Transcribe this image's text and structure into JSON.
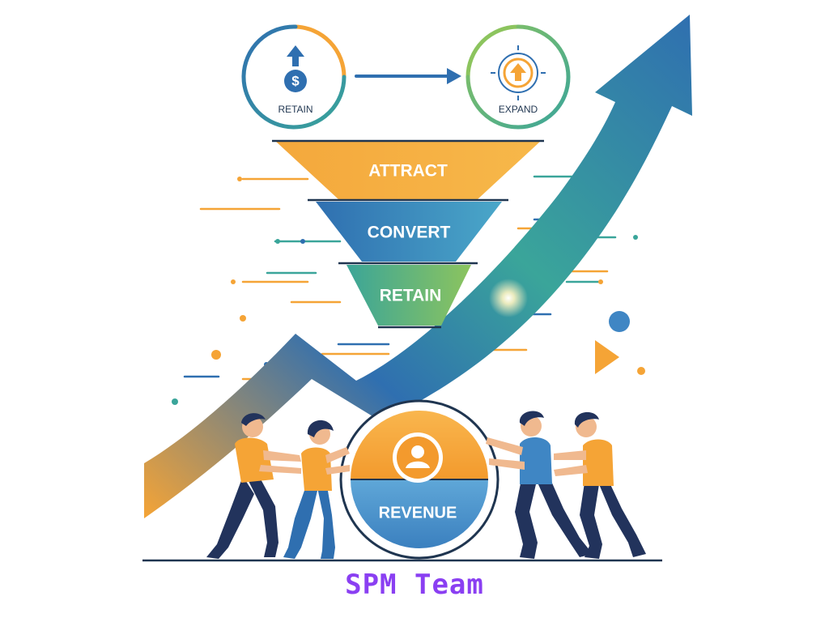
{
  "cycle": {
    "retain_label": "RETAIN",
    "expand_label": "EXPAND",
    "retain_icon": "dollar-up-icon",
    "expand_icon": "target-up-arrow-icon"
  },
  "funnel": {
    "stages": [
      "ATTRACT",
      "CONVERT",
      "RETAIN"
    ]
  },
  "hub": {
    "label": "REVENUE",
    "icon": "user-icon"
  },
  "brand": {
    "text": "SPM Team",
    "color": "#8a3ff2"
  },
  "colors": {
    "orange": "#f5a436",
    "blue": "#2f6fb0",
    "teal": "#3aa59a",
    "green": "#7cbf5a",
    "navy": "#1f3550"
  }
}
